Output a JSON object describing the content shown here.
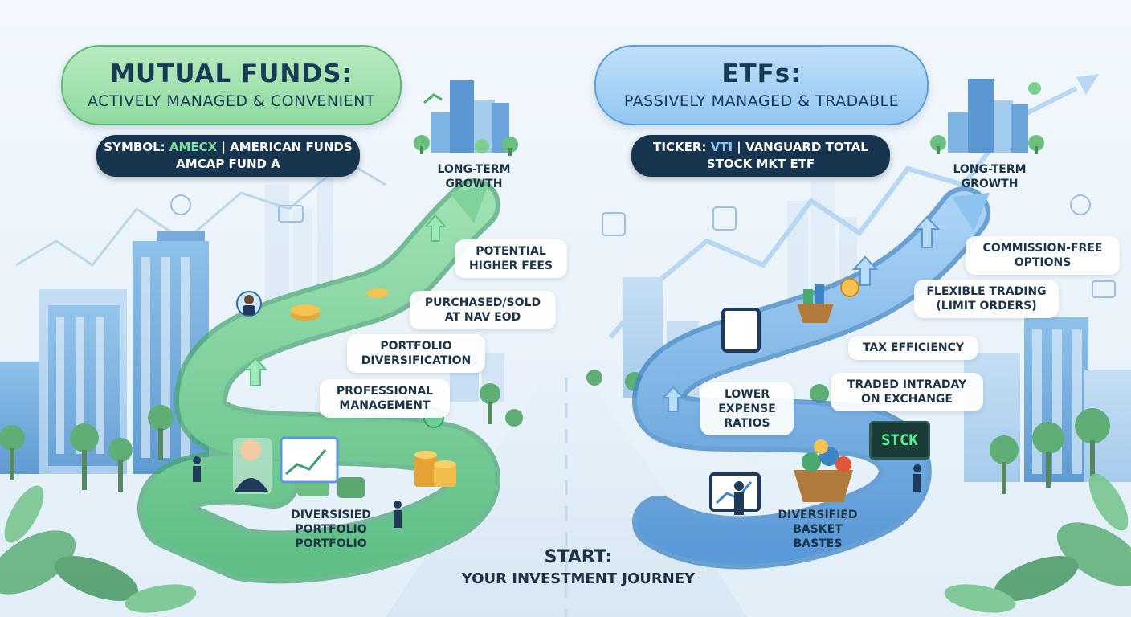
{
  "left": {
    "title": "MUTUAL FUNDS:",
    "subtitle": "ACTIVELY MANAGED & CONVENIENT",
    "symbol_prefix": "SYMBOL: ",
    "symbol_code": "AMECX",
    "symbol_rest": " | AMERICAN FUNDS",
    "symbol_line2": "AMCAP FUND A",
    "growth": [
      "LONG-TERM",
      "GROWTH"
    ],
    "features": [
      [
        "POTENTIAL",
        "HIGHER FEES"
      ],
      [
        "PURCHASED/SOLD",
        "AT NAV EOD"
      ],
      [
        "PORTFOLIO",
        "DIVERSIFICATION"
      ],
      [
        "PROFESSIONAL",
        "MANAGEMENT"
      ]
    ],
    "bottom": [
      "DIVERSISIED",
      "PORTFOLIO",
      "PORTFOLIO"
    ],
    "accent": "#8fd9a0"
  },
  "right": {
    "title": "ETFs:",
    "subtitle": "PASSIVELY MANAGED & TRADABLE",
    "ticker_prefix": "TICKER: ",
    "ticker_code": "VTI",
    "ticker_rest": " | VANGUARD TOTAL",
    "ticker_line2": "STOCK MKT ETF",
    "growth": [
      "LONG-TERM",
      "GROWTH"
    ],
    "features": [
      [
        "COMMISSION-FREE",
        "OPTIONS"
      ],
      [
        "FLEXIBLE TRADING",
        "(LIMIT ORDERS)"
      ],
      [
        "TAX EFFICIENCY"
      ],
      [
        "TRADED INTRADAY",
        "ON EXCHANGE"
      ],
      [
        "LOWER",
        "EXPENSE",
        "RATIOS"
      ]
    ],
    "bottom": [
      "DIVERSIFIED",
      "BASKET",
      "BASTES"
    ],
    "sign": "STCK",
    "accent": "#93c6f1"
  },
  "start": {
    "line1": "START:",
    "line2": "YOUR INVESTMENT JOURNEY"
  }
}
